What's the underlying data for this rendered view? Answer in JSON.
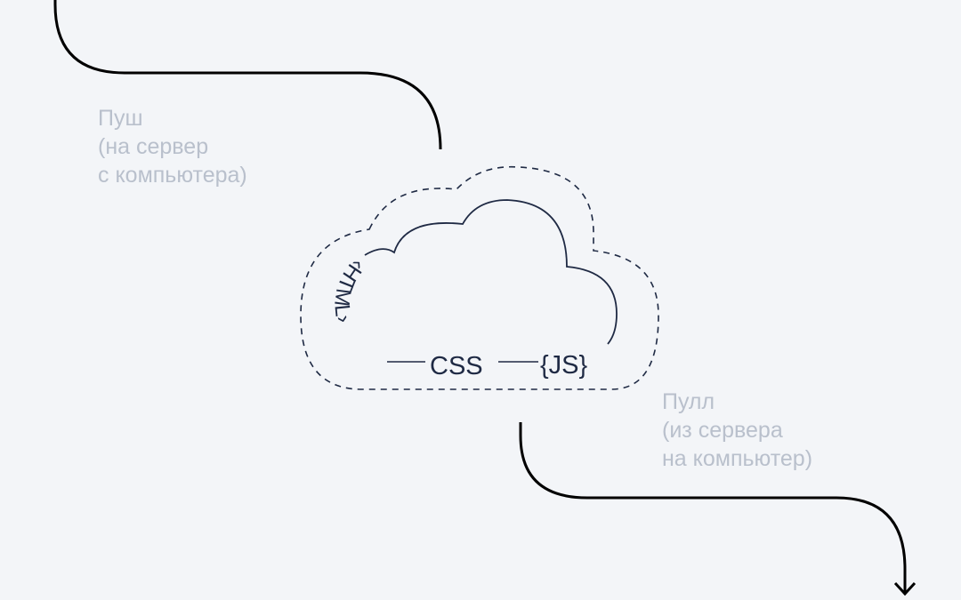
{
  "push_label": {
    "lines": [
      "Пуш",
      "(на сервер",
      "с компьютера)"
    ]
  },
  "pull_label": {
    "lines": [
      "Пулл",
      "(из сервера",
      "на компьютер)"
    ]
  },
  "cloud": {
    "html": "‹HTML›",
    "css": "CSS",
    "js": "{JS}"
  },
  "colors": {
    "background": "#f3f5f8",
    "arrow": "#000000",
    "cloud": "#1f2a44",
    "label": "#b9c0cc"
  },
  "icons": {
    "arrow_end": "arrow-down-icon"
  }
}
